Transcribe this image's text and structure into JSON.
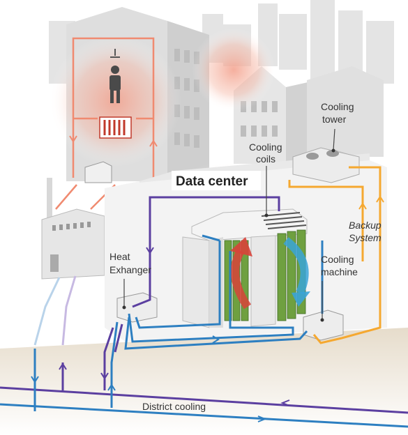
{
  "labels": {
    "data_center": "Data center",
    "cooling_coils_1": "Cooling",
    "cooling_coils_2": "coils",
    "cooling_tower_1": "Cooling",
    "cooling_tower_2": "tower",
    "backup_1": "Backup",
    "backup_2": "System",
    "heat_exchanger_1": "Heat",
    "heat_exchanger_2": "Exhanger",
    "cooling_machine_1": "Cooling",
    "cooling_machine_2": "machine",
    "district_cooling": "District cooling"
  },
  "colors": {
    "purple_pipe": "#5b3fa0",
    "blue_pipe": "#2d7fc1",
    "orange_pipe": "#f5a830",
    "salmon_pipe": "#f08a70",
    "hot_arrow": "#d8433a",
    "cold_arrow": "#3aa4d8",
    "server_green": "#6fa040",
    "glow": "#f3a08c"
  },
  "icons": {
    "person": "person-icon",
    "shower": "shower-icon",
    "radiator": "radiator-icon"
  }
}
